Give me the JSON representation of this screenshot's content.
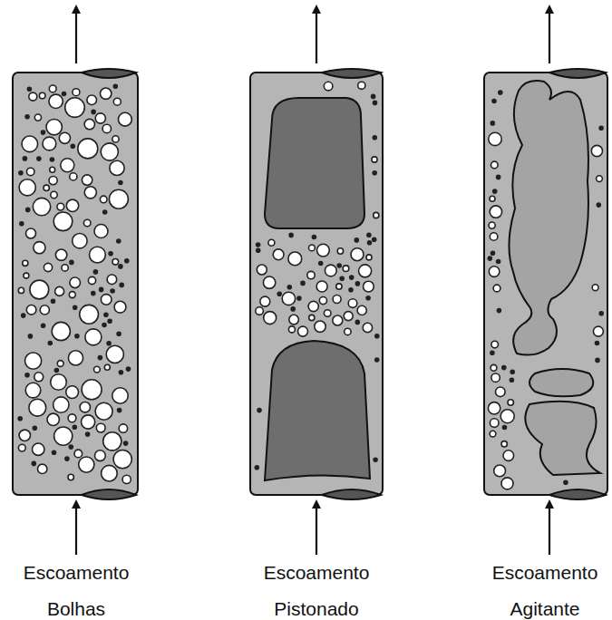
{
  "diagram": {
    "labels": [
      "Escoamento Bolhas",
      "Escoamento Pistonado",
      "Escoamento Agitante"
    ]
  }
}
